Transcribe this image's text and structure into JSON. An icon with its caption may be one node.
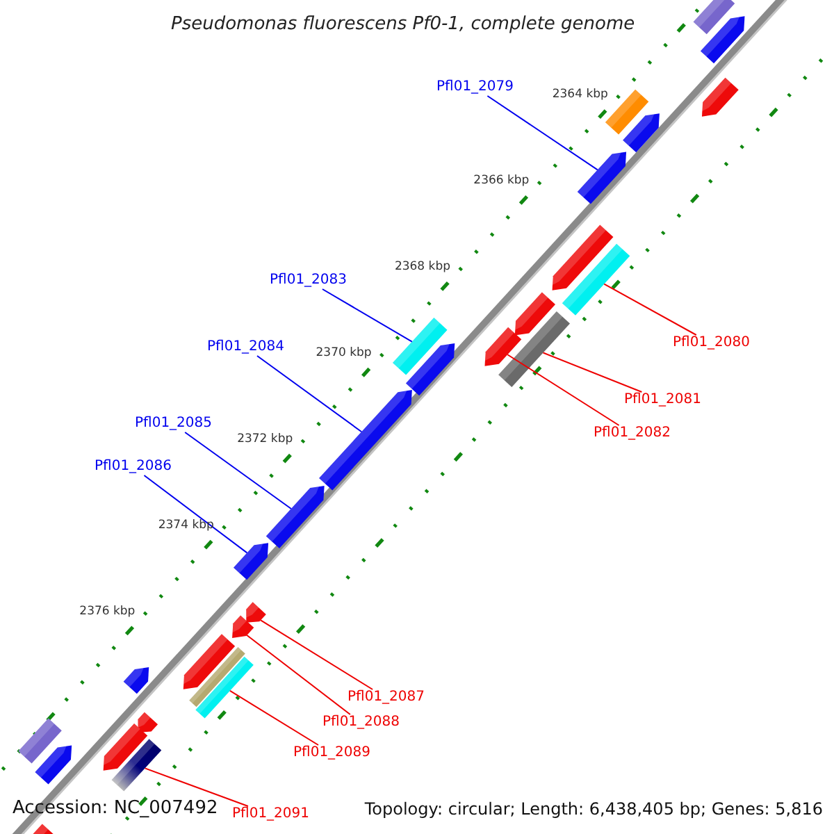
{
  "diagram": {
    "title": "Pseudomonas fluorescens Pf0-1, complete genome",
    "nodes": [
      {
        "text": [
          "Pfl01_2079"
        ]
      },
      {
        "text": [
          "Pfl01_2080"
        ]
      },
      {
        "text": [
          "Pfl01_2081"
        ]
      },
      {
        "text": [
          "Pfl01_2082"
        ]
      },
      {
        "text": [
          "Pfl01_2083"
        ]
      },
      {
        "text": [
          "Pfl01_2084"
        ]
      },
      {
        "text": [
          "Pfl01_2085"
        ]
      },
      {
        "text": [
          "Pfl01_2086"
        ]
      },
      {
        "text": [
          "Pfl01_2087"
        ]
      },
      {
        "text": [
          "Pfl01_2088"
        ]
      },
      {
        "text": [
          "Pfl01_2089"
        ]
      },
      {
        "text": [
          "Pfl01_2091"
        ]
      },
      {
        "text": [],
        "shape": "bar"
      },
      {
        "text": [],
        "shape": "bar"
      },
      {
        "text": [],
        "shape": "bar"
      },
      {
        "text": [],
        "shape": "bar"
      },
      {
        "text": [],
        "shape": "bar"
      },
      {
        "text": [],
        "shape": "bar"
      },
      {
        "text": [],
        "shape": "bar"
      },
      {
        "text": [],
        "shape": "bar"
      },
      {
        "text": [],
        "shape": "bar"
      },
      {
        "text": [],
        "shape": "bar"
      },
      {
        "text": [],
        "shape": "bar"
      },
      {
        "text": [],
        "shape": "bar"
      },
      {
        "text": [],
        "shape": "bar"
      },
      {
        "text": [],
        "shape": "bar"
      },
      {
        "text": [],
        "shape": "bar"
      },
      {
        "text": [],
        "shape": "bar"
      },
      {
        "text": [],
        "shape": "bar"
      },
      {
        "text": [],
        "shape": "bar"
      },
      {
        "text": [],
        "shape": "bar"
      },
      {
        "text": [],
        "shape": "bar"
      },
      {
        "text": [],
        "shape": "bar"
      },
      {
        "text": [],
        "shape": "bar"
      },
      {
        "text": [],
        "shape": "bar"
      },
      {
        "text": [],
        "shape": "bar"
      },
      {
        "text": [],
        "shape": "bar"
      },
      {
        "text": [],
        "shape": "bar"
      },
      {
        "text": [],
        "shape": "bar"
      },
      {
        "text": [],
        "shape": "bar"
      }
    ],
    "edges": [
      {
        "from": 0,
        "to": 12,
        "arrow": "none",
        "color": "#0000ee"
      },
      {
        "from": 1,
        "to": 13,
        "arrow": "none"
      },
      {
        "from": 2,
        "to": 14,
        "arrow": "none"
      },
      {
        "from": 3,
        "to": 15,
        "arrow": "none"
      },
      {
        "from": 4,
        "to": 16,
        "arrow": "none",
        "color": "#0000ee"
      },
      {
        "from": 5,
        "to": 17,
        "arrow": "none",
        "color": "#0000ee"
      },
      {
        "from": 6,
        "to": 18,
        "arrow": "none",
        "color": "#0000ee"
      },
      {
        "from": 7,
        "to": 19,
        "arrow": "none",
        "color": "#0000ee"
      },
      {
        "from": 8,
        "to": 20,
        "arrow": "none"
      },
      {
        "from": 9,
        "to": 21,
        "arrow": "none"
      },
      {
        "from": 10,
        "to": 22,
        "arrow": "none"
      },
      {
        "from": 11,
        "to": 23,
        "arrow": "none"
      }
    ],
    "labels": [
      "2364 kbp",
      "2366 kbp",
      "2368 kbp",
      "2370 kbp",
      "2372 kbp",
      "2374 kbp",
      "2376 kbp",
      "Accession: NC_007492",
      "Topology: circular; Length: 6,438,405 bp; Genes: 5,816"
    ]
  }
}
